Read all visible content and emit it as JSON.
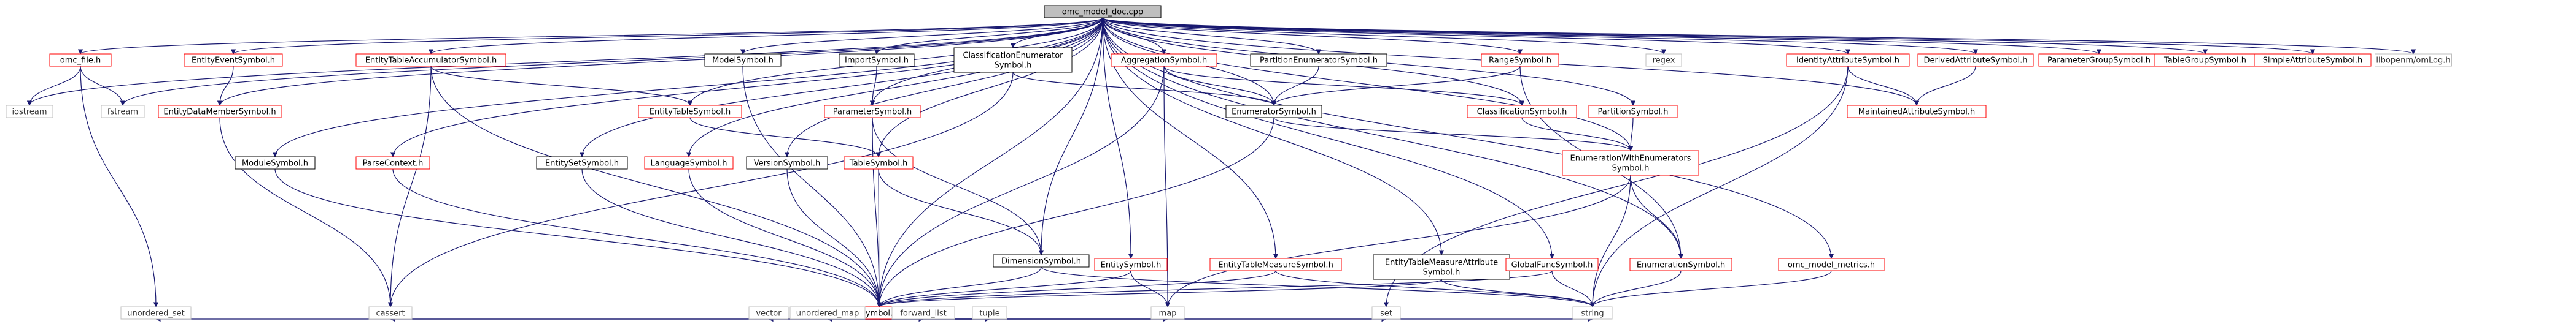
{
  "diagram": {
    "nodes": [
      {
        "id": "root",
        "label": "omc_model_doc.cpp",
        "style": "root"
      },
      {
        "id": "omc_file",
        "label": "omc_file.h",
        "style": "red"
      },
      {
        "id": "iostream",
        "label": "iostream",
        "style": "external"
      },
      {
        "id": "fstream",
        "label": "fstream",
        "style": "external"
      },
      {
        "id": "EntityEventSymbol",
        "label": "EntityEventSymbol.h",
        "style": "red"
      },
      {
        "id": "EntityDataMemberSymbol",
        "label": "EntityDataMemberSymbol.h",
        "style": "red"
      },
      {
        "id": "EntityTableAccumulatorSymbol",
        "label": "EntityTableAccumulatorSymbol.h",
        "style": "red"
      },
      {
        "id": "ModelSymbol",
        "label": "ModelSymbol.h",
        "style": "black"
      },
      {
        "id": "ImportSymbol",
        "label": "ImportSymbol.h",
        "style": "black"
      },
      {
        "id": "ClassificationEnumeratorSymbol",
        "label": [
          "ClassificationEnumerator",
          "Symbol.h"
        ],
        "style": "black"
      },
      {
        "id": "AggregationSymbol",
        "label": "AggregationSymbol.h",
        "style": "red"
      },
      {
        "id": "PartitionEnumeratorSymbol",
        "label": "PartitionEnumeratorSymbol.h",
        "style": "black"
      },
      {
        "id": "RangeSymbol",
        "label": "RangeSymbol.h",
        "style": "red"
      },
      {
        "id": "regex",
        "label": "regex",
        "style": "external"
      },
      {
        "id": "IdentityAttributeSymbol",
        "label": "IdentityAttributeSymbol.h",
        "style": "red"
      },
      {
        "id": "DerivedAttributeSymbol",
        "label": "DerivedAttributeSymbol.h",
        "style": "red"
      },
      {
        "id": "ParameterGroupSymbol",
        "label": "ParameterGroupSymbol.h",
        "style": "red"
      },
      {
        "id": "TableGroupSymbol",
        "label": "TableGroupSymbol.h",
        "style": "red"
      },
      {
        "id": "SimpleAttributeSymbol",
        "label": "SimpleAttributeSymbol.h",
        "style": "red"
      },
      {
        "id": "libparser",
        "label": "libopenm/omLog.h",
        "style": "external"
      },
      {
        "id": "EntityTableSymbol",
        "label": "EntityTableSymbol.h",
        "style": "red"
      },
      {
        "id": "ParameterSymbol",
        "label": "ParameterSymbol.h",
        "style": "red"
      },
      {
        "id": "EnumeratorSymbol",
        "label": "EnumeratorSymbol.h",
        "style": "black"
      },
      {
        "id": "ClassificationSymbol",
        "label": "ClassificationSymbol.h",
        "style": "red"
      },
      {
        "id": "PartitionSymbol",
        "label": "PartitionSymbol.h",
        "style": "red"
      },
      {
        "id": "MaintainedAttributeSymbol",
        "label": "MaintainedAttributeSymbol.h",
        "style": "red"
      },
      {
        "id": "ModuleSymbol",
        "label": "ModuleSymbol.h",
        "style": "black"
      },
      {
        "id": "ParseContext",
        "label": "ParseContext.h",
        "style": "red"
      },
      {
        "id": "EntitySetSymbol",
        "label": "EntitySetSymbol.h",
        "style": "black"
      },
      {
        "id": "LanguageSymbol",
        "label": "LanguageSymbol.h",
        "style": "red"
      },
      {
        "id": "VersionSymbol",
        "label": "VersionSymbol.h",
        "style": "black"
      },
      {
        "id": "TableSymbol",
        "label": "TableSymbol.h",
        "style": "red"
      },
      {
        "id": "EnumerationWithEnumeratorsSymbol",
        "label": [
          "EnumerationWithEnumerators",
          "Symbol.h"
        ],
        "style": "red"
      },
      {
        "id": "DimensionSymbol",
        "label": "DimensionSymbol.h",
        "style": "black"
      },
      {
        "id": "EntitySymbol",
        "label": "EntitySymbol.h",
        "style": "red"
      },
      {
        "id": "EntityTableMeasureSymbol",
        "label": "EntityTableMeasureSymbol.h",
        "style": "red"
      },
      {
        "id": "EntityTableMeasureAttributeSymbol",
        "label": [
          "EntityTableMeasureAttribute",
          "Symbol.h"
        ],
        "style": "black"
      },
      {
        "id": "GlobalFuncSymbol",
        "label": "GlobalFuncSymbol.h",
        "style": "red"
      },
      {
        "id": "EnumerationSymbol",
        "label": "EnumerationSymbol.h",
        "style": "red"
      },
      {
        "id": "omc_model_metrics",
        "label": "omc_model_metrics.h",
        "style": "red"
      },
      {
        "id": "Symbol",
        "label": "Symbol.h",
        "style": "red"
      },
      {
        "id": "unordered_set",
        "label": "unordered_set",
        "style": "external"
      },
      {
        "id": "cassert",
        "label": "cassert",
        "style": "external"
      },
      {
        "id": "vector",
        "label": "vector",
        "style": "external"
      },
      {
        "id": "unordered_map",
        "label": "unordered_map",
        "style": "external"
      },
      {
        "id": "forward_list",
        "label": "forward_list",
        "style": "external"
      },
      {
        "id": "tuple",
        "label": "tuple",
        "style": "external"
      },
      {
        "id": "map",
        "label": "map",
        "style": "external"
      },
      {
        "id": "set",
        "label": "set",
        "style": "external"
      },
      {
        "id": "string",
        "label": "string",
        "style": "external"
      }
    ],
    "edges": [
      [
        "root",
        "omc_file"
      ],
      [
        "root",
        "iostream"
      ],
      [
        "root",
        "fstream"
      ],
      [
        "root",
        "EntityEventSymbol"
      ],
      [
        "root",
        "EntityDataMemberSymbol"
      ],
      [
        "root",
        "EntityTableAccumulatorSymbol"
      ],
      [
        "root",
        "ModelSymbol"
      ],
      [
        "root",
        "ImportSymbol"
      ],
      [
        "root",
        "ClassificationEnumeratorSymbol"
      ],
      [
        "root",
        "AggregationSymbol"
      ],
      [
        "root",
        "PartitionEnumeratorSymbol"
      ],
      [
        "root",
        "RangeSymbol"
      ],
      [
        "root",
        "regex"
      ],
      [
        "root",
        "IdentityAttributeSymbol"
      ],
      [
        "root",
        "DerivedAttributeSymbol"
      ],
      [
        "root",
        "ParameterGroupSymbol"
      ],
      [
        "root",
        "TableGroupSymbol"
      ],
      [
        "root",
        "SimpleAttributeSymbol"
      ],
      [
        "root",
        "libparser"
      ],
      [
        "root",
        "EntityTableSymbol"
      ],
      [
        "root",
        "ParameterSymbol"
      ],
      [
        "root",
        "EnumeratorSymbol"
      ],
      [
        "root",
        "ClassificationSymbol"
      ],
      [
        "root",
        "PartitionSymbol"
      ],
      [
        "root",
        "MaintainedAttributeSymbol"
      ],
      [
        "root",
        "ModuleSymbol"
      ],
      [
        "root",
        "ParseContext"
      ],
      [
        "root",
        "EntitySetSymbol"
      ],
      [
        "root",
        "LanguageSymbol"
      ],
      [
        "root",
        "VersionSymbol"
      ],
      [
        "root",
        "TableSymbol"
      ],
      [
        "root",
        "EnumerationWithEnumeratorsSymbol"
      ],
      [
        "root",
        "DimensionSymbol"
      ],
      [
        "root",
        "EntitySymbol"
      ],
      [
        "root",
        "EntityTableMeasureSymbol"
      ],
      [
        "root",
        "EntityTableMeasureAttributeSymbol"
      ],
      [
        "root",
        "GlobalFuncSymbol"
      ],
      [
        "root",
        "EnumerationSymbol"
      ],
      [
        "root",
        "omc_model_metrics"
      ],
      [
        "root",
        "Symbol"
      ],
      [
        "omc_file",
        "iostream"
      ],
      [
        "omc_file",
        "fstream"
      ],
      [
        "omc_file",
        "unordered_set"
      ],
      [
        "EntityEventSymbol",
        "EntityDataMemberSymbol"
      ],
      [
        "EntityDataMemberSymbol",
        "cassert"
      ],
      [
        "EntityTableAccumulatorSymbol",
        "cassert"
      ],
      [
        "EntityTableAccumulatorSymbol",
        "Symbol"
      ],
      [
        "EntityTableAccumulatorSymbol",
        "EntityTableSymbol"
      ],
      [
        "ModelSymbol",
        "Symbol"
      ],
      [
        "ImportSymbol",
        "ParameterSymbol"
      ],
      [
        "ClassificationEnumeratorSymbol",
        "EnumeratorSymbol"
      ],
      [
        "ClassificationEnumeratorSymbol",
        "cassert"
      ],
      [
        "AggregationSymbol",
        "EnumeratorSymbol"
      ],
      [
        "AggregationSymbol",
        "ClassificationSymbol"
      ],
      [
        "AggregationSymbol",
        "Symbol"
      ],
      [
        "AggregationSymbol",
        "map"
      ],
      [
        "PartitionEnumeratorSymbol",
        "EnumeratorSymbol"
      ],
      [
        "RangeSymbol",
        "EnumeratorSymbol"
      ],
      [
        "RangeSymbol",
        "EnumerationSymbol"
      ],
      [
        "IdentityAttributeSymbol",
        "MaintainedAttributeSymbol"
      ],
      [
        "IdentityAttributeSymbol",
        "set"
      ],
      [
        "IdentityAttributeSymbol",
        "string"
      ],
      [
        "DerivedAttributeSymbol",
        "MaintainedAttributeSymbol"
      ],
      [
        "EntityTableSymbol",
        "TableSymbol"
      ],
      [
        "ParameterSymbol",
        "DimensionSymbol"
      ],
      [
        "ParameterSymbol",
        "Symbol"
      ],
      [
        "EnumeratorSymbol",
        "Symbol"
      ],
      [
        "EnumeratorSymbol",
        "EnumerationWithEnumeratorsSymbol"
      ],
      [
        "ClassificationSymbol",
        "EnumerationWithEnumeratorsSymbol"
      ],
      [
        "PartitionSymbol",
        "EnumerationWithEnumeratorsSymbol"
      ],
      [
        "ModuleSymbol",
        "Symbol"
      ],
      [
        "ParseContext",
        "Symbol"
      ],
      [
        "EntitySetSymbol",
        "Symbol"
      ],
      [
        "LanguageSymbol",
        "Symbol"
      ],
      [
        "VersionSymbol",
        "Symbol"
      ],
      [
        "TableSymbol",
        "Symbol"
      ],
      [
        "TableSymbol",
        "DimensionSymbol"
      ],
      [
        "EnumerationWithEnumeratorsSymbol",
        "EnumerationSymbol"
      ],
      [
        "EnumerationWithEnumeratorsSymbol",
        "map"
      ],
      [
        "EnumerationWithEnumeratorsSymbol",
        "string"
      ],
      [
        "DimensionSymbol",
        "Symbol"
      ],
      [
        "DimensionSymbol",
        "string"
      ],
      [
        "EntitySymbol",
        "Symbol"
      ],
      [
        "EntitySymbol",
        "map"
      ],
      [
        "EntityTableMeasureSymbol",
        "Symbol"
      ],
      [
        "EntityTableMeasureSymbol",
        "string"
      ],
      [
        "EntityTableMeasureAttributeSymbol",
        "Symbol"
      ],
      [
        "EntityTableMeasureAttributeSymbol",
        "string"
      ],
      [
        "GlobalFuncSymbol",
        "Symbol"
      ],
      [
        "GlobalFuncSymbol",
        "string"
      ],
      [
        "EnumerationSymbol",
        "string"
      ],
      [
        "omc_model_metrics",
        "string"
      ],
      [
        "Symbol",
        "unordered_set"
      ],
      [
        "Symbol",
        "cassert"
      ],
      [
        "Symbol",
        "vector"
      ],
      [
        "Symbol",
        "unordered_map"
      ],
      [
        "Symbol",
        "forward_list"
      ],
      [
        "Symbol",
        "tuple"
      ],
      [
        "Symbol",
        "map"
      ],
      [
        "Symbol",
        "set"
      ],
      [
        "Symbol",
        "string"
      ]
    ]
  },
  "colors": {
    "edge": "#191970",
    "root_fill": "#bfbfbf",
    "red_border": "#ff0000",
    "black_border": "#000000",
    "external_border": "#bfbfbf"
  }
}
